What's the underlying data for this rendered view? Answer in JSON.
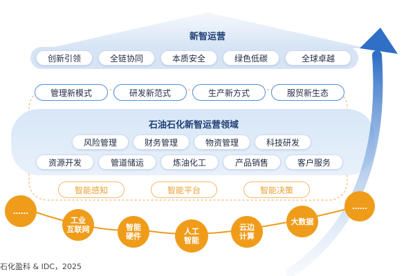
{
  "roof": {
    "title": "新智运营",
    "items": [
      "创新引领",
      "全链协同",
      "本质安全",
      "绿色低碳",
      "全球卓越"
    ]
  },
  "modes": [
    "管理新模式",
    "研发新范式",
    "生产新方式",
    "服贸新生态"
  ],
  "domain": {
    "title": "石油石化新智运营领域",
    "row1": [
      "风险管理",
      "财务管理",
      "物资管理",
      "科技研发"
    ],
    "row2": [
      "资源开发",
      "管道储运",
      "炼油化工",
      "产品销售",
      "客户服务"
    ]
  },
  "smart": [
    "智能感知",
    "智能平台",
    "智能决策"
  ],
  "tech": [
    "……",
    "工业\n互联网",
    "智能\n硬件",
    "人工\n智能",
    "云边\n计算",
    "大数据",
    "……"
  ],
  "footnote": "石化盈科 & IDC，2025",
  "colors": {
    "navy": "#1f3f73",
    "blue": "#4f8ad6",
    "orange": "#ef9c1b"
  }
}
